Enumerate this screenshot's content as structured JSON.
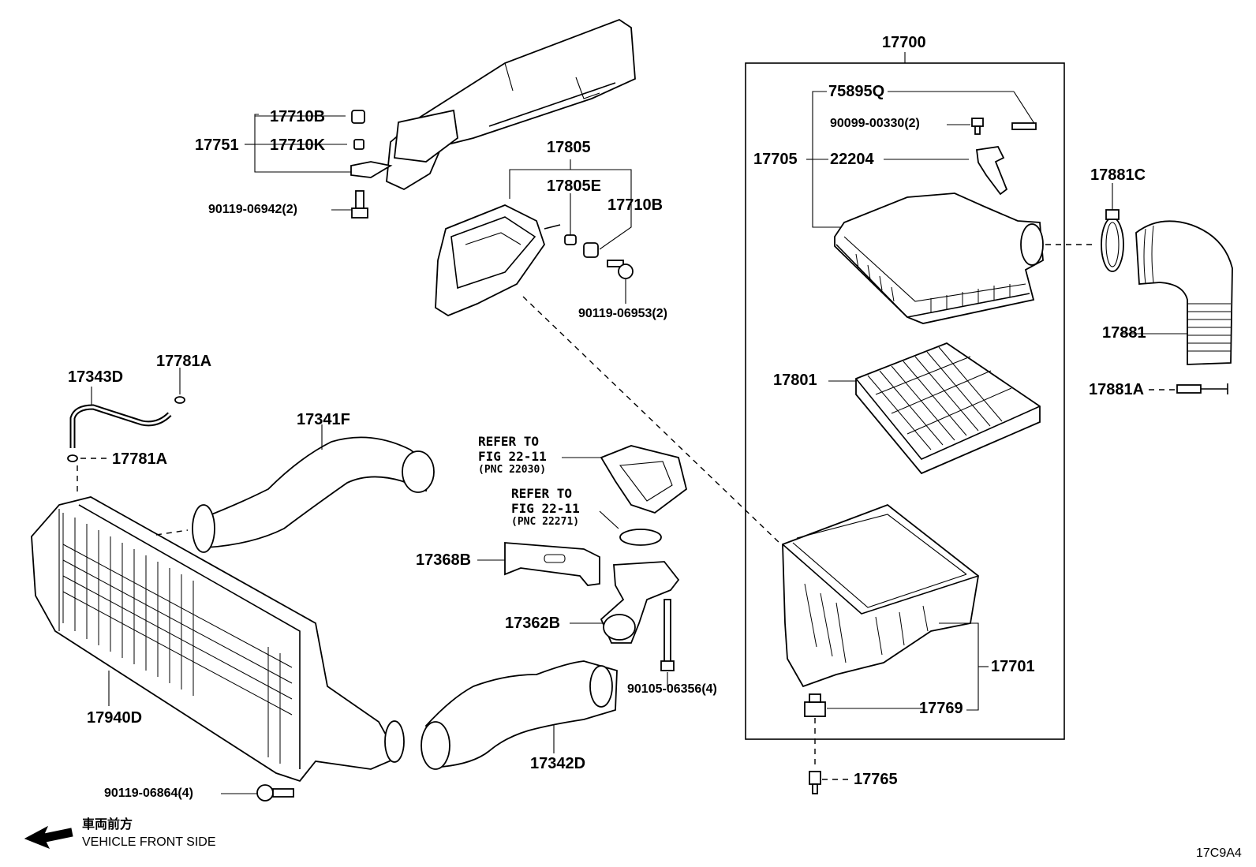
{
  "labels": {
    "p17700": "17700",
    "p75895Q": "75895Q",
    "p90099": "90099-00330(2)",
    "p17705": "17705",
    "p22204": "22204",
    "p17881C": "17881C",
    "p17881": "17881",
    "p17881A": "17881A",
    "p17801": "17801",
    "p17701": "17701",
    "p17769": "17769",
    "p17765": "17765",
    "p17710B_top": "17710B",
    "p17751": "17751",
    "p17710K": "17710K",
    "p90119_06942": "90119-06942(2)",
    "p17805": "17805",
    "p17805E": "17805E",
    "p17710B_mid": "17710B",
    "p90119_06953": "90119-06953(2)",
    "p17343D": "17343D",
    "p17781A_top": "17781A",
    "p17781A_mid": "17781A",
    "p17341F": "17341F",
    "refer1_l1": "REFER TO",
    "refer1_l2": "FIG 22-11",
    "refer1_l3": "(PNC 22030)",
    "refer2_l1": "REFER TO",
    "refer2_l2": "FIG 22-11",
    "refer2_l3": "(PNC 22271)",
    "p17368B": "17368B",
    "p17362B": "17362B",
    "p90105_06356": "90105-06356(4)",
    "p17940D": "17940D",
    "p17342D": "17342D",
    "p90119_06864": "90119-06864(4)"
  },
  "footer": {
    "front_jp": "車両前方",
    "front_en": "VEHICLE FRONT SIDE",
    "code": "17C9A4"
  }
}
